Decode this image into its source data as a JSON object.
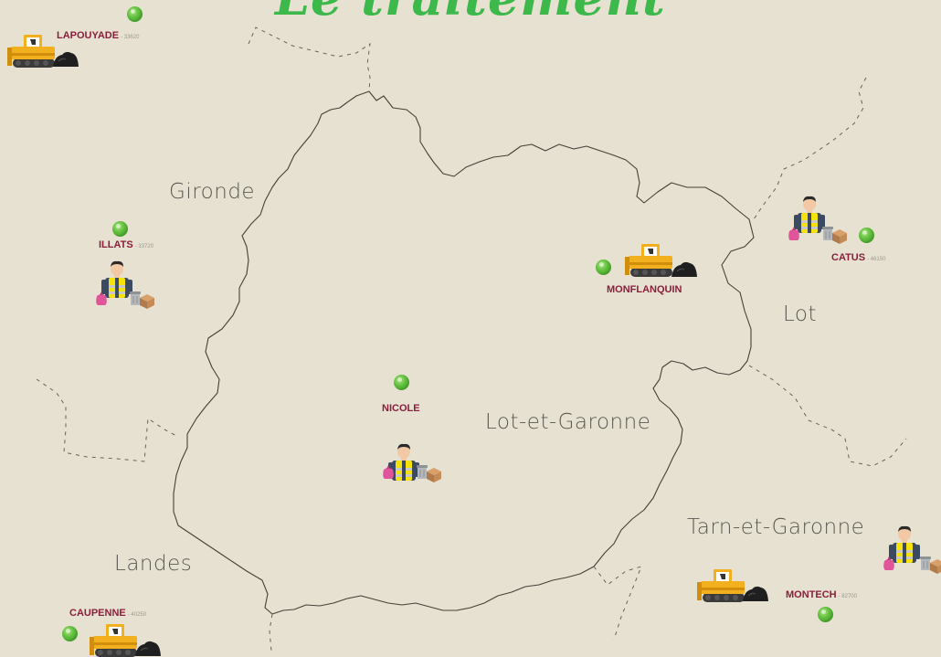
{
  "title": "Le traitement",
  "regions": [
    {
      "key": "gironde",
      "label": "Gironde"
    },
    {
      "key": "lot",
      "label": "Lot"
    },
    {
      "key": "lot_et_garonne",
      "label": "Lot-et-Garonne"
    },
    {
      "key": "tarn_et_garonne",
      "label": "Tarn-et-Garonne"
    },
    {
      "key": "landes",
      "label": "Landes"
    }
  ],
  "sites": [
    {
      "key": "lapouyade",
      "name": "LAPOUYADE",
      "postcode": "- 33620",
      "facility": "bulldozer"
    },
    {
      "key": "illats",
      "name": "ILLATS",
      "postcode": "- 33720",
      "facility": "sorting-worker"
    },
    {
      "key": "monflanquin",
      "name": "MONFLANQUIN",
      "postcode": "",
      "facility": "bulldozer"
    },
    {
      "key": "catus",
      "name": "CATUS",
      "postcode": "- 46150",
      "facility": "sorting-worker"
    },
    {
      "key": "nicole",
      "name": "NICOLE",
      "postcode": "",
      "facility": "sorting-worker"
    },
    {
      "key": "montech",
      "name": "MONTECH",
      "postcode": "- 82700",
      "facility": "bulldozer+sorting-worker"
    },
    {
      "key": "caupenne",
      "name": "CAUPENNE",
      "postcode": "- 40250",
      "facility": "bulldozer"
    }
  ],
  "colors": {
    "background": "#e6e1d1",
    "title": "#3db84a",
    "site_label": "#8a1f3c",
    "border": "#4a3f38",
    "marker": "#5cbb3a",
    "machine": "#f2b01e",
    "vest": "#f5e20a"
  },
  "icons": [
    "green-dot-icon",
    "bulldozer-icon",
    "waste-pile-icon",
    "worker-icon",
    "pink-bag-icon",
    "trash-can-icon",
    "cardboard-box-icon"
  ]
}
